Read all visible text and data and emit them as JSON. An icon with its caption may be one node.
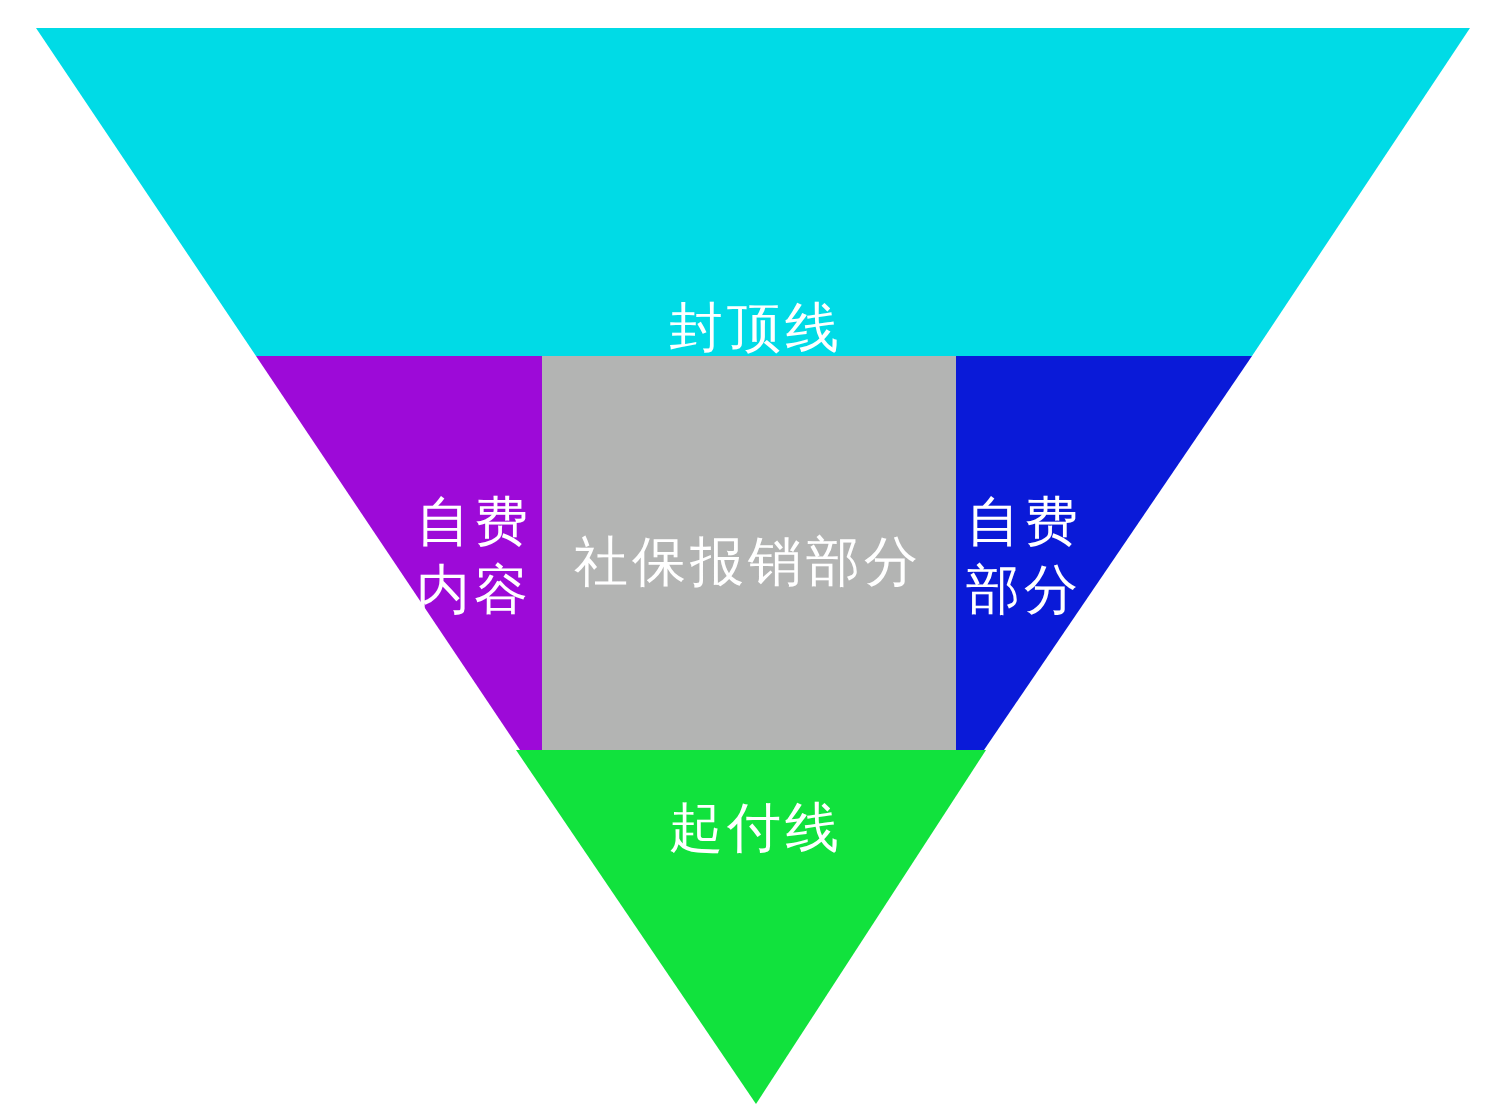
{
  "diagram": {
    "nodes": [
      {
        "text": [
          "封顶线"
        ]
      },
      {
        "text": [
          "自费内容"
        ]
      },
      {
        "text": [
          "社保报销部分"
        ]
      },
      {
        "text": [
          "自费部分"
        ]
      },
      {
        "text": [
          "起付线"
        ]
      }
    ],
    "edges": []
  }
}
